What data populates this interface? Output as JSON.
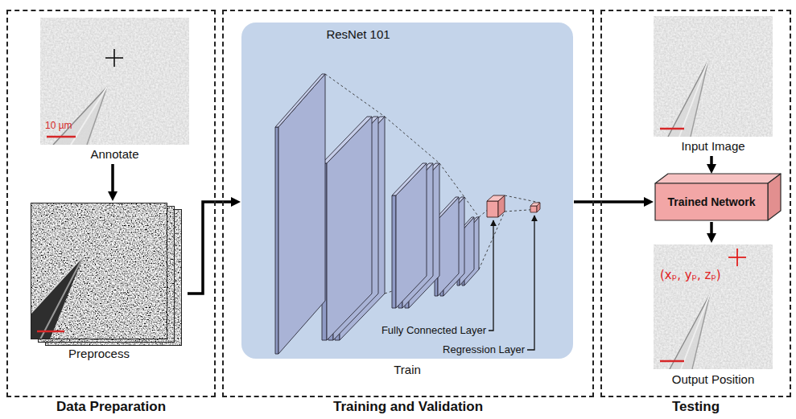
{
  "diagram": {
    "nodes": [
      {
        "text": [
          "Data Preparation"
        ]
      },
      {
        "text": [
          "10 µm",
          "Annotate"
        ],
        "in": 0
      },
      {
        "text": [
          "Preprocess"
        ],
        "in": 0
      },
      {
        "text": [
          "Training and Validation"
        ]
      },
      {
        "text": [
          "ResNet 101",
          "Train"
        ],
        "in": 3
      },
      {
        "text": [
          "Testing"
        ]
      },
      {
        "text": [
          "Input Image"
        ],
        "in": 5
      },
      {
        "text": [
          "Trained Network"
        ],
        "in": 5
      },
      {
        "text": [
          "(xₚ, yₚ, zₚ)",
          "Output Position"
        ],
        "in": 5
      }
    ],
    "edges": [
      {
        "from": 1,
        "to": 2,
        "arrow": "to"
      },
      {
        "from": 2,
        "to": 4,
        "arrow": "to"
      },
      {
        "from": 4,
        "to": 7,
        "arrow": "to"
      },
      {
        "from": 6,
        "to": 7,
        "arrow": "to"
      },
      {
        "from": 7,
        "to": 8,
        "arrow": "to"
      }
    ],
    "labels": [
      "Fully Connected Layer",
      "Regression Layer"
    ]
  }
}
